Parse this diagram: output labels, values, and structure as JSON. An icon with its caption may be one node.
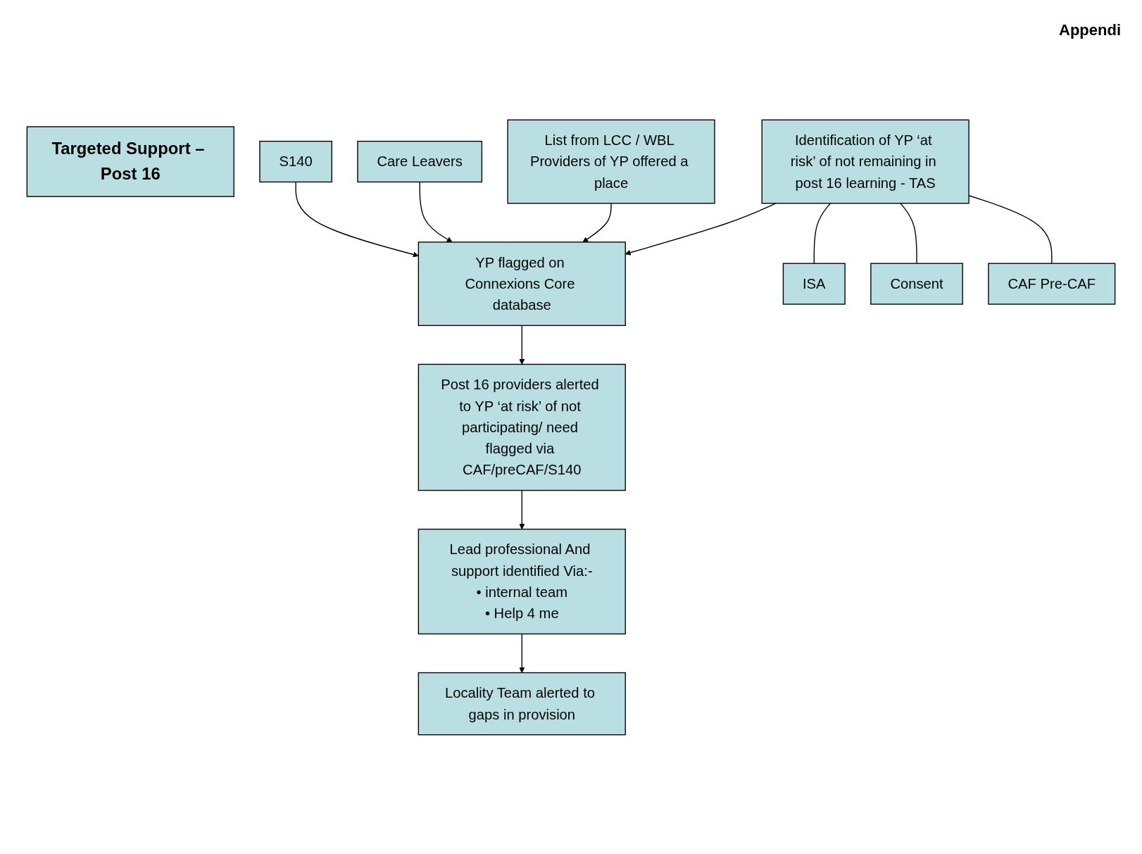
{
  "diagram": {
    "nodes": [
      {
        "text": [
          "Targeted Support – Post 16"
        ]
      },
      {
        "text": [
          "S140"
        ]
      },
      {
        "text": [
          "Care Leavers"
        ]
      },
      {
        "text": [
          "Identification of YP ‘at risk’ of not remaining in post 16 learning - TAS"
        ]
      },
      {
        "text": [
          "YP flagged on Connexions Core database"
        ]
      },
      {
        "text": [
          "List from LCC / WBL Providers of YP offered a place"
        ]
      },
      {
        "text": [
          "ISA"
        ]
      },
      {
        "text": [
          "Consent"
        ]
      },
      {
        "text": [
          "CAF Pre-CAF"
        ]
      },
      {
        "text": [
          "Post 16 providers alerted to YP ‘at risk’ of not participating/ need flagged via CAF/preCAF/S140"
        ]
      },
      {
        "text": [
          "Lead professional And support identified Via:-",
          "• internal team",
          "• Help 4 me"
        ]
      },
      {
        "text": [
          "Locality Team alerted to gaps in provision"
        ]
      }
    ],
    "edges": [
      {
        "from": 1,
        "to": 4,
        "arrow": "to"
      },
      {
        "from": 2,
        "to": 4,
        "arrow": "to"
      },
      {
        "from": 3,
        "to": 4,
        "arrow": "to"
      },
      {
        "from": 5,
        "to": 4,
        "arrow": "to"
      },
      {
        "from": 3,
        "to": 6,
        "arrow": "none"
      },
      {
        "from": 3,
        "to": 7,
        "arrow": "none"
      },
      {
        "from": 3,
        "to": 8,
        "arrow": "none"
      },
      {
        "from": 4,
        "to": 9,
        "arrow": "to"
      },
      {
        "from": 9,
        "to": 10,
        "arrow": "to"
      },
      {
        "from": 10,
        "to": 11,
        "arrow": "to"
      }
    ],
    "labels": [
      "Appendi"
    ]
  }
}
